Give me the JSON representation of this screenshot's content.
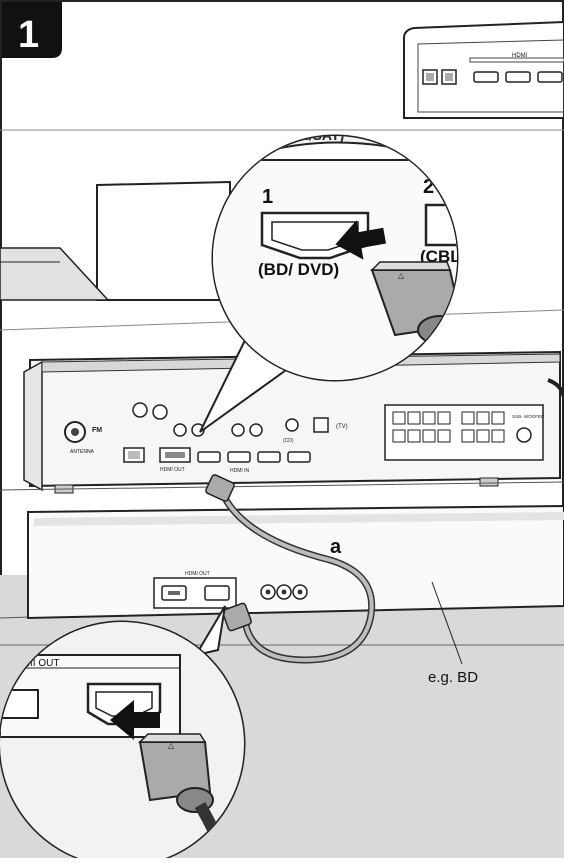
{
  "step": {
    "number": "1"
  },
  "zoom_top": {
    "port_1_number": "1",
    "port_2_number": "2",
    "port_1_label": "(BD/ DVD)",
    "port_2_label": "(CBL/ S",
    "back_label": "BL/SAT)"
  },
  "receiver": {
    "fm_label": "FM",
    "antenna_label": "ANTENNA",
    "hdmi_out_label": "HDMI OUT",
    "hdmi_in_label": "HDMI IN",
    "tv_label": "(TV)",
    "cd_label": "(CD)",
    "subwoofer_label": "SUB- WOOFER"
  },
  "top_device": {
    "hdmi_label": "HDMI"
  },
  "bd_player": {
    "hdmi_out_label": "HDMI OUT"
  },
  "cable": {
    "label": "a"
  },
  "device_callout": {
    "label": "e.g. BD"
  },
  "zoom_bottom": {
    "hdmi_out_label": "HDMI OUT"
  }
}
